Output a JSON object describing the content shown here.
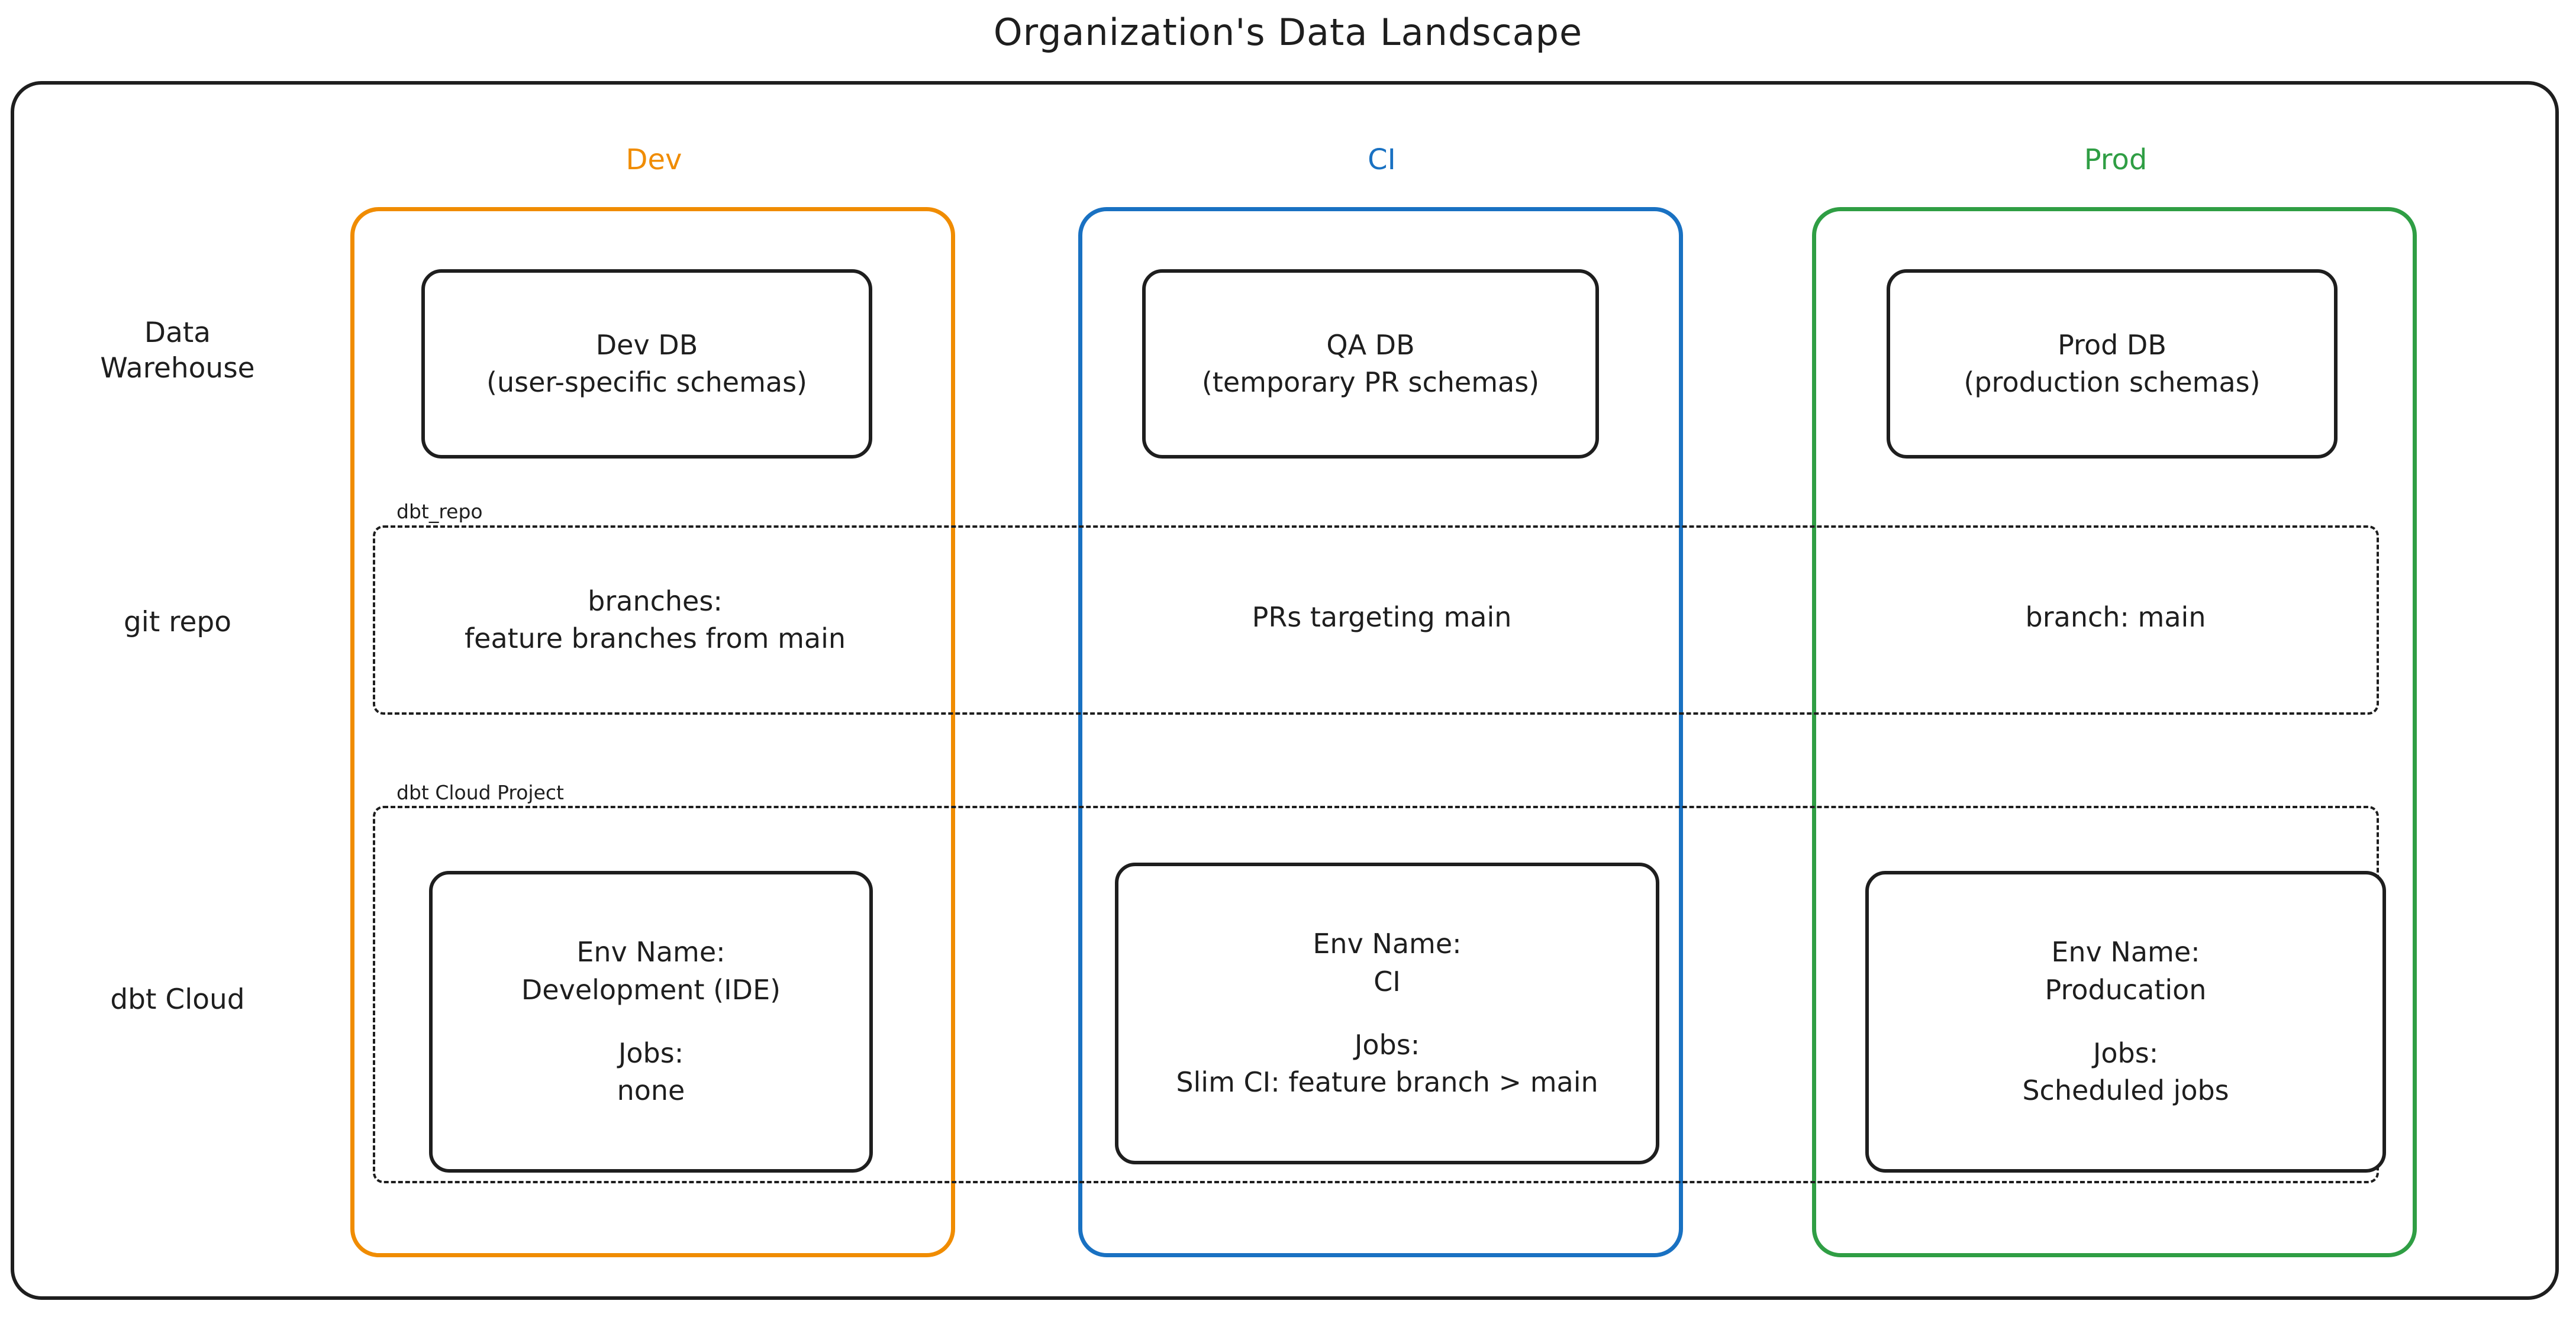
{
  "title": "Organization's Data Landscape",
  "environments": [
    {
      "key": "dev",
      "label": "Dev",
      "color": "#f08c00"
    },
    {
      "key": "ci",
      "label": "CI",
      "color": "#1971c2"
    },
    {
      "key": "prod",
      "label": "Prod",
      "color": "#2f9e44"
    }
  ],
  "rows": [
    {
      "key": "data_warehouse",
      "label_line1": "Data",
      "label_line2": "Warehouse"
    },
    {
      "key": "git_repo",
      "label_line1": "git repo",
      "label_line2": ""
    },
    {
      "key": "dbt_cloud",
      "label_line1": "dbt Cloud",
      "label_line2": ""
    }
  ],
  "groups": {
    "dbt_repo": {
      "label": "dbt_repo"
    },
    "dbt_cloud_project": {
      "label": "dbt Cloud Project"
    }
  },
  "data_warehouse": {
    "dev": {
      "line1": "Dev DB",
      "line2": "(user-specific schemas)"
    },
    "ci": {
      "line1": "QA DB",
      "line2": "(temporary PR schemas)"
    },
    "prod": {
      "line1": "Prod DB",
      "line2": "(production schemas)"
    }
  },
  "git_repo": {
    "dev": {
      "line1": "branches:",
      "line2": "feature branches from main"
    },
    "ci": {
      "line1": "PRs targeting main",
      "line2": ""
    },
    "prod": {
      "line1": "branch: main",
      "line2": ""
    }
  },
  "dbt_cloud": {
    "dev": {
      "env_name_label": "Env Name:",
      "env_name_value": "Development (IDE)",
      "jobs_label": "Jobs:",
      "jobs_value": "none"
    },
    "ci": {
      "env_name_label": "Env Name:",
      "env_name_value": "CI",
      "jobs_label": "Jobs:",
      "jobs_value": "Slim CI: feature branch > main"
    },
    "prod": {
      "env_name_label": "Env Name:",
      "env_name_value": "Producation",
      "jobs_label": "Jobs:",
      "jobs_value": "Scheduled jobs"
    }
  },
  "colors": {
    "dev": "#f08c00",
    "ci": "#1971c2",
    "prod": "#2f9e44",
    "stroke": "#1e1e1e",
    "background": "#ffffff"
  }
}
